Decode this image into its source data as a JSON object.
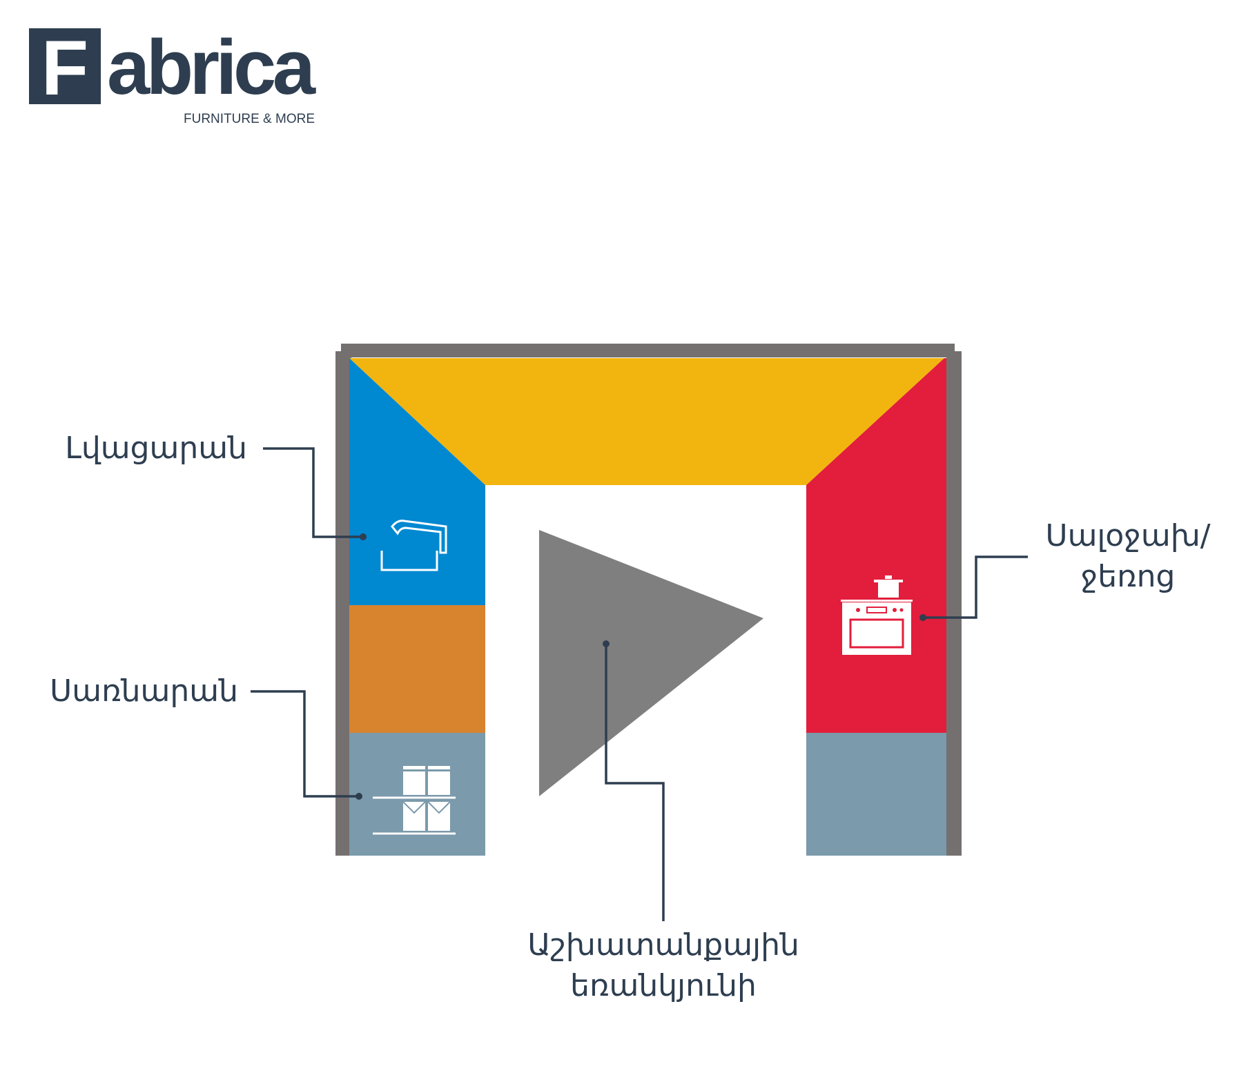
{
  "logo": {
    "letter": "F",
    "name": "abrica",
    "tagline": "FURNITURE & MORE"
  },
  "labels": {
    "sink": "Լվացարան",
    "fridge": "Սառնարան",
    "stove_line1": "Սալօջախ/",
    "stove_line2": "ջեռոց",
    "triangle_line1": "Աշխատանքային",
    "triangle_line2": "եռանկյունի"
  },
  "colors": {
    "wall": "#757070",
    "top": "#f2b50f",
    "sink": "#0088d1",
    "fridge_zone": "#d8832e",
    "storage": "#7b9aab",
    "stove": "#e31d3c",
    "triangle": "#7f7f7f",
    "text": "#2e3e50"
  }
}
